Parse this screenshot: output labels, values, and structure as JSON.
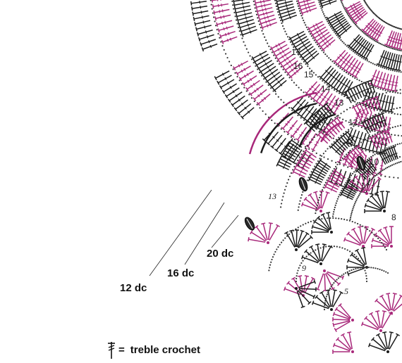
{
  "colors": {
    "black": "#1b1b1b",
    "magenta": "#a8287a",
    "chain": "#333333",
    "background": "#ffffff"
  },
  "row_numbers": [
    "17",
    "16",
    "15",
    "14",
    "13",
    "12",
    "10",
    "13",
    "9",
    "8",
    "5"
  ],
  "callouts": [
    "20 dc",
    "16 dc",
    "12 dc"
  ],
  "legend": {
    "symbol": "treble-crochet-symbol",
    "equals": "=",
    "label": "treble crochet"
  }
}
